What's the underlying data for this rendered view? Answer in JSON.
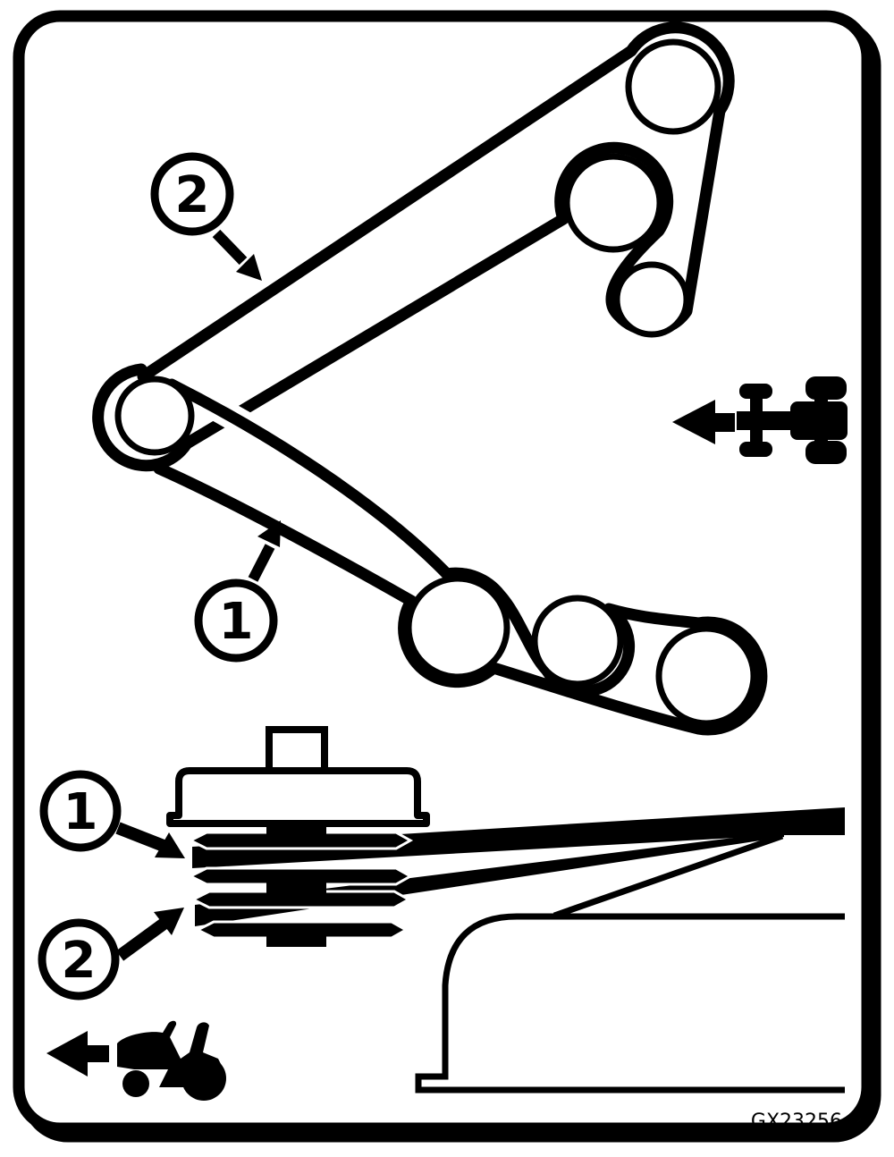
{
  "colors": {
    "ink": "#000000",
    "paper": "#ffffff"
  },
  "part_number": "GX23256",
  "routing_view": {
    "belt_2_callout": "2",
    "belt_1_callout": "1",
    "pulley_count": 7,
    "direction_indicator": {
      "icon": "tractor-top-view-icon",
      "arrow": "left"
    }
  },
  "stack_view": {
    "belt_1_callout": "1",
    "belt_2_callout": "2",
    "direction_indicator": {
      "icon": "tractor-side-view-icon",
      "arrow": "left"
    }
  }
}
